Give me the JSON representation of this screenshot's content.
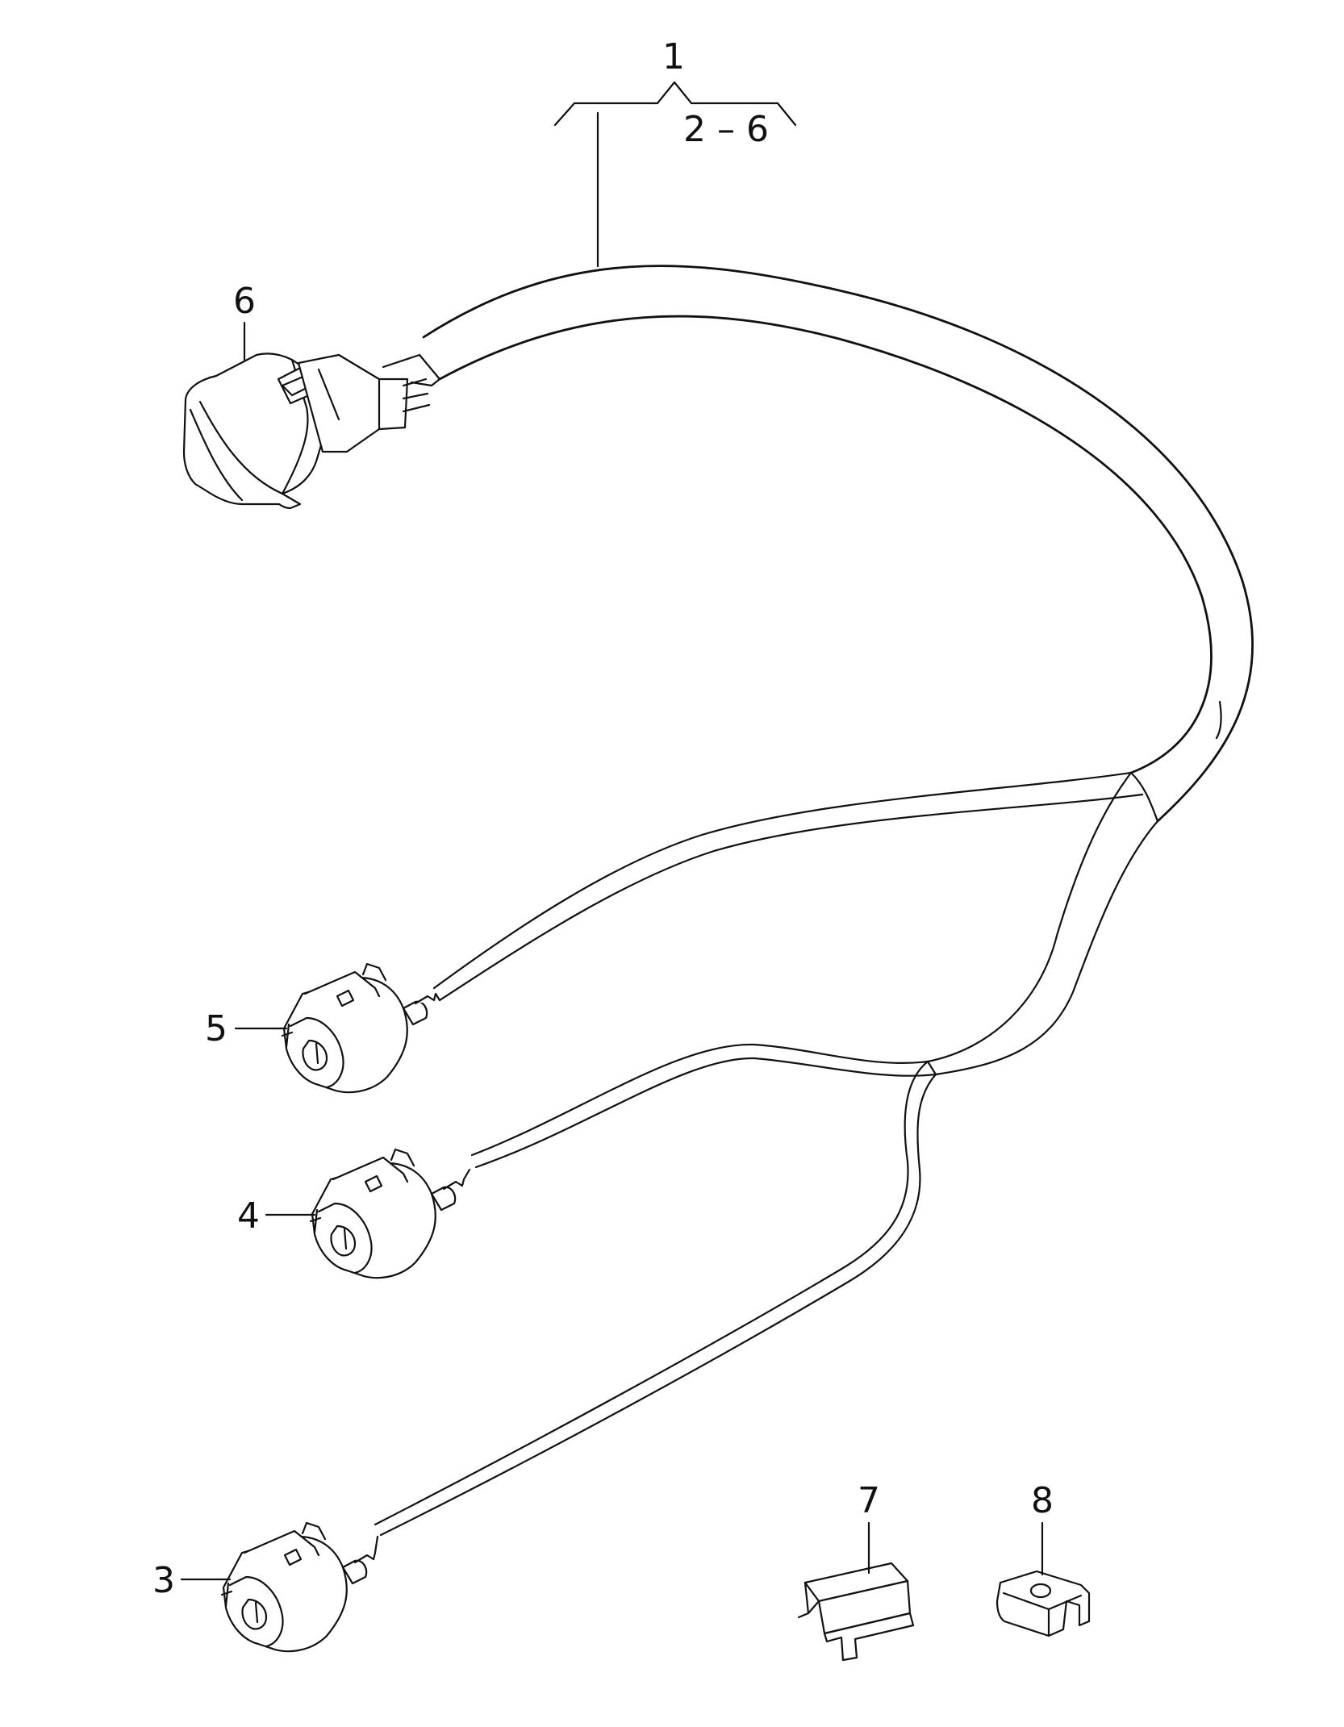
{
  "diagram": {
    "callouts": {
      "harness": "1",
      "range": "2 – 6",
      "connector_3": "3",
      "connector_4": "4",
      "connector_5": "5",
      "connector_6": "6",
      "clip_7": "7",
      "clip_8": "8"
    }
  }
}
